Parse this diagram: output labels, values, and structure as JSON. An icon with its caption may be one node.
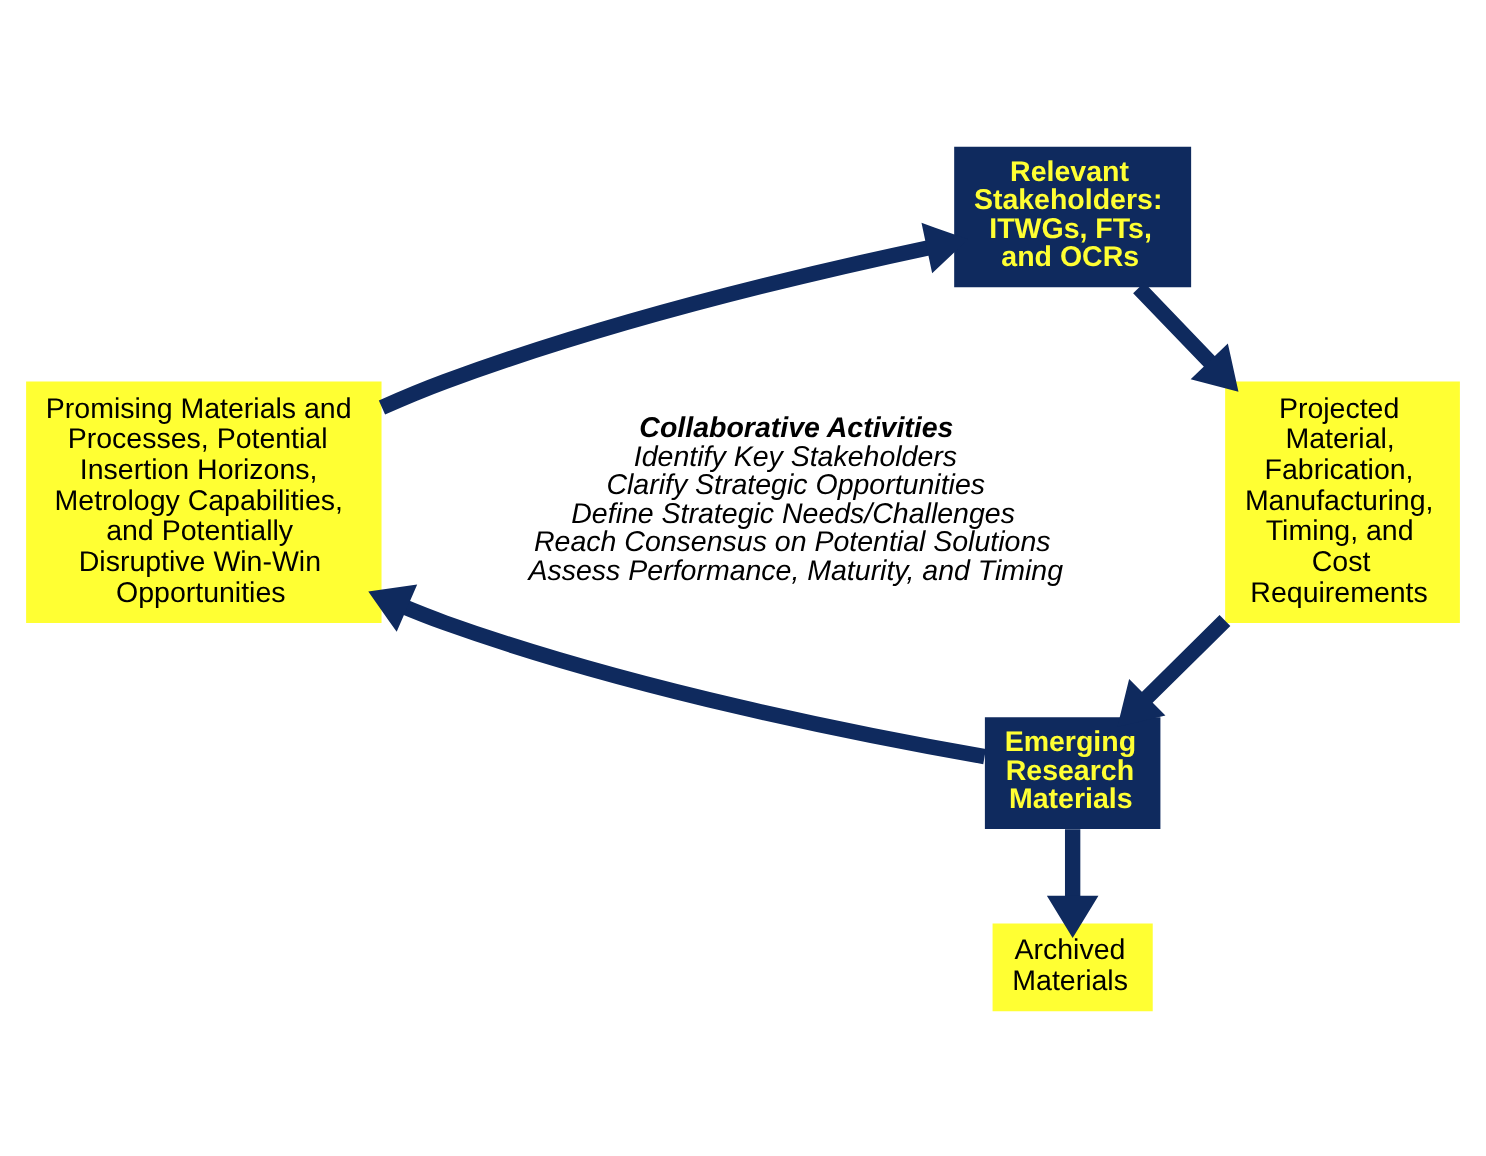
{
  "diagram": {
    "nodes": [
      {
        "text": [
          "Relevant Stakeholders: ITWGs, FTs, and OCRs"
        ]
      },
      {
        "text": [
          "Projected Material, Fabrication, Manufacturing, Timing, and Cost Requirements"
        ]
      },
      {
        "text": [
          "Emerging Research Materials"
        ]
      },
      {
        "text": [
          "Promising Materials and Processes, Potential Insertion Horizons, Metrology Capabilities, and Potentially Disruptive Win-Win Opportunities"
        ]
      },
      {
        "text": [
          "Archived Materials"
        ]
      }
    ],
    "edges": [
      {
        "from": 0,
        "to": 1,
        "arrow": "to"
      },
      {
        "from": 1,
        "to": 2,
        "arrow": "to"
      },
      {
        "from": 2,
        "to": 3,
        "arrow": "to"
      },
      {
        "from": 3,
        "to": 0,
        "arrow": "to"
      },
      {
        "from": 2,
        "to": 4,
        "arrow": "to"
      }
    ],
    "labels": [
      "Collaborative Activities",
      "Identify Key Stakeholders",
      "Clarify Strategic Opportunities",
      "Define Strategic Needs/Challenges",
      "Reach Consensus on Potential Solutions",
      "Assess Performance, Maturity, and Timing"
    ]
  }
}
